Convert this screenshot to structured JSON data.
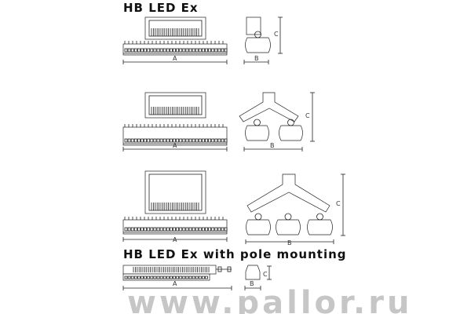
{
  "titles": {
    "main": "HB LED Ex",
    "pole": "HB LED Ex with pole mounting"
  },
  "dimensions": {
    "a": "A",
    "b": "B",
    "c": "C"
  },
  "watermark": "www.pallor.ru"
}
